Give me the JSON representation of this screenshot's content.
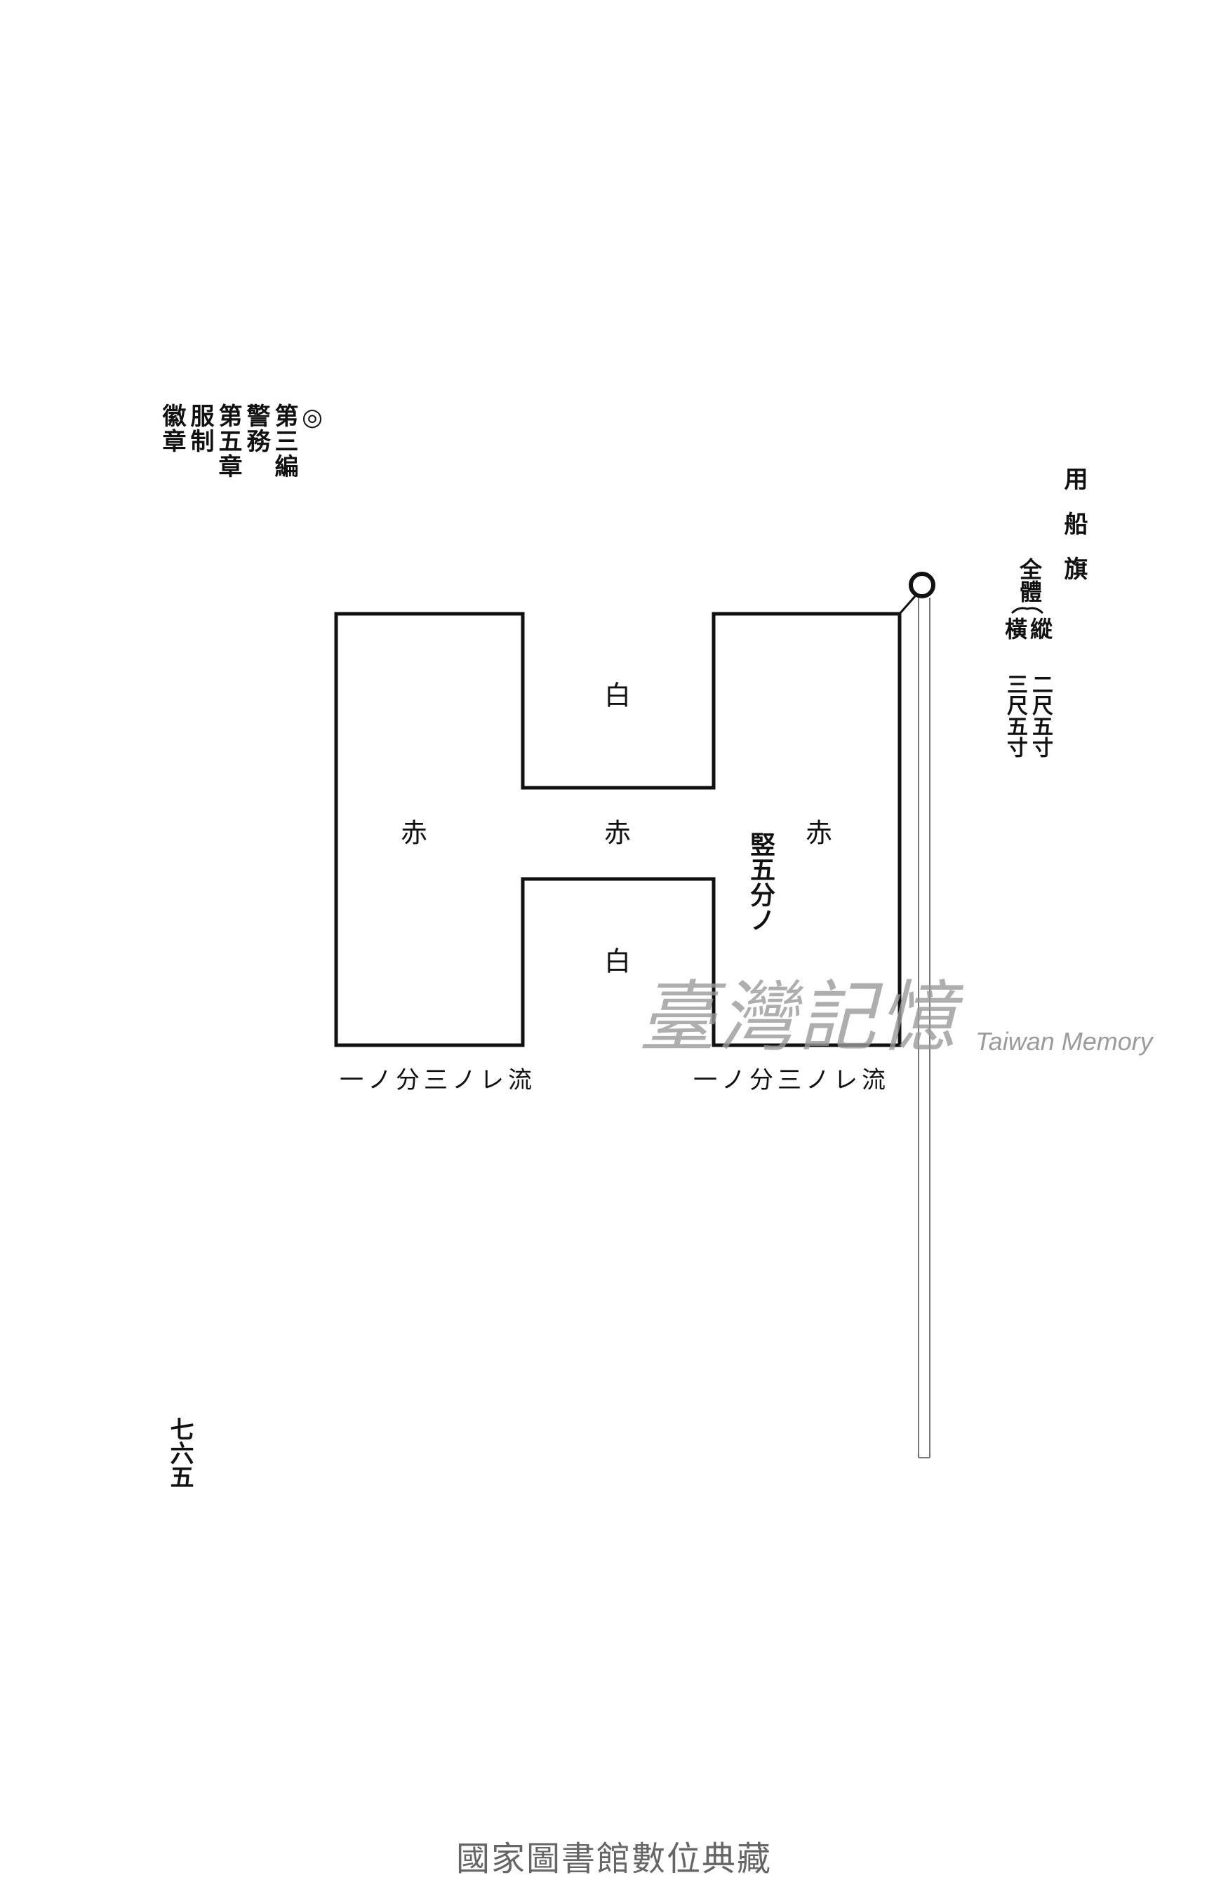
{
  "header": {
    "mark": "◎",
    "parts": [
      "第三編",
      "警務",
      "第五章",
      "服制",
      "徽章"
    ]
  },
  "page_number": "七六五",
  "title": "用船旗",
  "dimensions": {
    "whole": "全體",
    "vertical_label": "縱",
    "horizontal_label": "橫",
    "vertical_value": "二尺五寸",
    "horizontal_value": "三尺五寸"
  },
  "flag": {
    "white_top": "白",
    "red_left": "赤",
    "red_middle": "赤",
    "red_right": "赤",
    "white_bottom": "白",
    "vertical_fraction": "竪五分ノ",
    "fly_fraction_left": "一ノ分三ノレ流",
    "fly_fraction_right": "一ノ分三ノレ流"
  },
  "watermark": {
    "cjk": "臺灣記憶",
    "latin": "Taiwan Memory"
  },
  "footer": "國家圖書館數位典藏"
}
